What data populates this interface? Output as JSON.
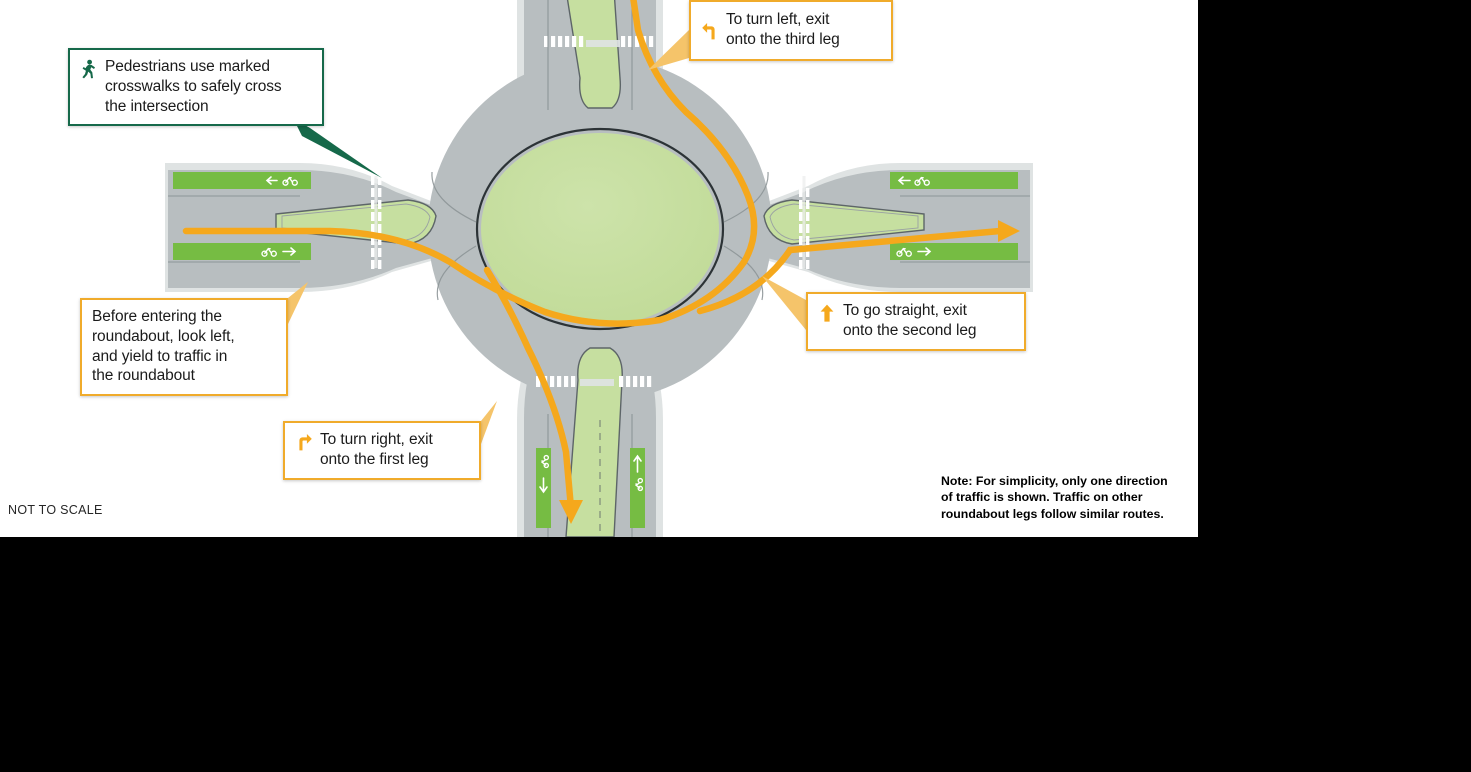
{
  "figure": {
    "title": "Roundabout navigation diagram",
    "not_to_scale_label": "NOT TO SCALE",
    "note": "Note: For simplicity, only one direction\nof traffic is shown. Traffic on other\nroundabout legs follow similar routes."
  },
  "colors": {
    "road_gray": "#b5bbbd",
    "road_gray_light": "#c9cfd0",
    "shoulder_gray": "#d9dddd",
    "island_green": "#c6dfa0",
    "bike_lane_green": "#76bc43",
    "path_orange": "#f5a81c",
    "callout_orange": "#f0ab2b",
    "callout_green": "#16694a",
    "crosswalk_white": "#ffffff",
    "outline_dark": "#3c4448",
    "page_background": "#ffffff",
    "frame_black": "#000000"
  },
  "callouts": [
    {
      "id": "pedestrian",
      "text": "Pedestrians use marked\ncrosswalks to safely cross\nthe intersection",
      "icon": "pedestrian-icon",
      "border_color": "#16694a",
      "pointer_color": "#16694a"
    },
    {
      "id": "turn-left",
      "text": "To turn left, exit\nonto the third leg",
      "icon": "turn-left-arrow-icon",
      "border_color": "#f0ab2b",
      "pointer_color": "#f5c46a"
    },
    {
      "id": "go-straight",
      "text": "To go straight, exit\nonto the second leg",
      "icon": "straight-arrow-icon",
      "border_color": "#f0ab2b",
      "pointer_color": "#f5c46a"
    },
    {
      "id": "turn-right",
      "text": "To turn right, exit\nonto the first leg",
      "icon": "turn-right-arrow-icon",
      "border_color": "#f0ab2b",
      "pointer_color": "#f5c46a"
    },
    {
      "id": "yield",
      "text": "Before entering the\nroundabout, look left,\nand yield to traffic in\nthe roundabout",
      "icon": "none",
      "border_color": "#f0ab2b",
      "pointer_color": "#f5c46a"
    }
  ],
  "diagram": {
    "center_island": {
      "label": "central-island",
      "fill": "#c6dfa0"
    },
    "legs": [
      {
        "name": "north-leg",
        "bike_lanes": 2,
        "splitter_island": true,
        "crosswalk": true
      },
      {
        "name": "east-leg",
        "bike_lanes": 2,
        "splitter_island": true,
        "crosswalk": true
      },
      {
        "name": "south-leg",
        "bike_lanes": 2,
        "splitter_island": true,
        "crosswalk": true
      },
      {
        "name": "west-leg",
        "bike_lanes": 2,
        "splitter_island": true,
        "crosswalk": true
      }
    ],
    "bike_lane_markings": [
      {
        "leg": "west-leg",
        "position": "upper",
        "direction": "left",
        "glyph": "bicycle"
      },
      {
        "leg": "west-leg",
        "position": "lower",
        "direction": "right",
        "glyph": "bicycle"
      },
      {
        "leg": "east-leg",
        "position": "upper",
        "direction": "left",
        "glyph": "bicycle"
      },
      {
        "leg": "east-leg",
        "position": "lower",
        "direction": "right",
        "glyph": "bicycle"
      },
      {
        "leg": "south-leg",
        "position": "left",
        "direction": "down",
        "glyph": "bicycle"
      },
      {
        "leg": "south-leg",
        "position": "right",
        "direction": "up",
        "glyph": "bicycle"
      }
    ],
    "travel_paths": [
      {
        "name": "entry-from-west",
        "color": "#f5a81c",
        "description": "Vehicle enters roundabout from the west leg"
      },
      {
        "name": "exit-east-straight",
        "color": "#f5a81c",
        "description": "Exit east onto the second leg (straight)"
      },
      {
        "name": "exit-north-left",
        "color": "#f5a81c",
        "description": "Exit north onto the third leg (left turn)"
      },
      {
        "name": "exit-south-right",
        "color": "#f5a81c",
        "description": "Exit south onto the first leg (right turn)"
      }
    ]
  }
}
